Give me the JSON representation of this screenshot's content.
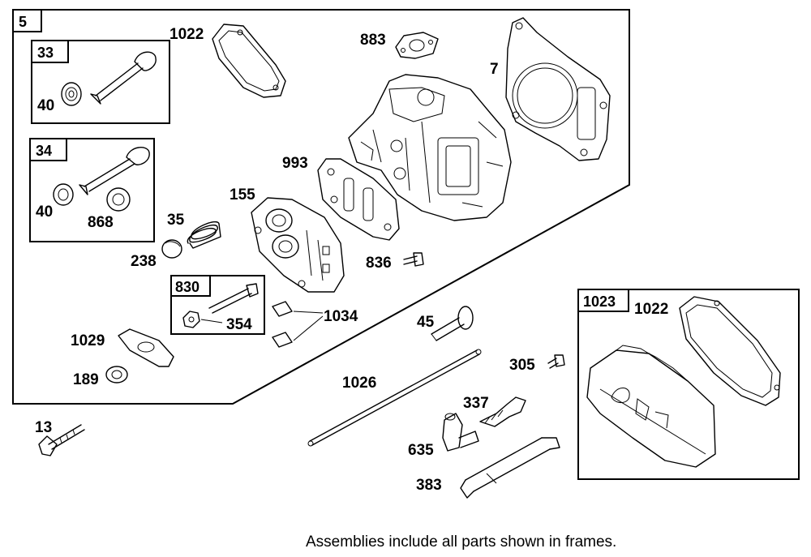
{
  "frames": {
    "main": "5",
    "intake_valve": "33",
    "exhaust_valve": "34",
    "breather": "830",
    "valve_cover": "1023"
  },
  "labels": {
    "cover_gasket_top": "1022",
    "gasket_883": "883",
    "head_gasket": "7",
    "retainer_40a": "40",
    "retainer_40b": "40",
    "rotator": "868",
    "gasket_993": "993",
    "plate_155": "155",
    "spring": "35",
    "plug": "238",
    "screw_836": "836",
    "nut": "354",
    "clip": "1034",
    "rocker": "1029",
    "nut_189": "189",
    "tappet": "45",
    "pushrod": "1026",
    "screw_305": "305",
    "spark_plug": "337",
    "fitting": "635",
    "tool": "383",
    "bolt": "13",
    "cover_gasket_inner": "1022"
  },
  "footer_note": "Assemblies include all parts shown in frames."
}
